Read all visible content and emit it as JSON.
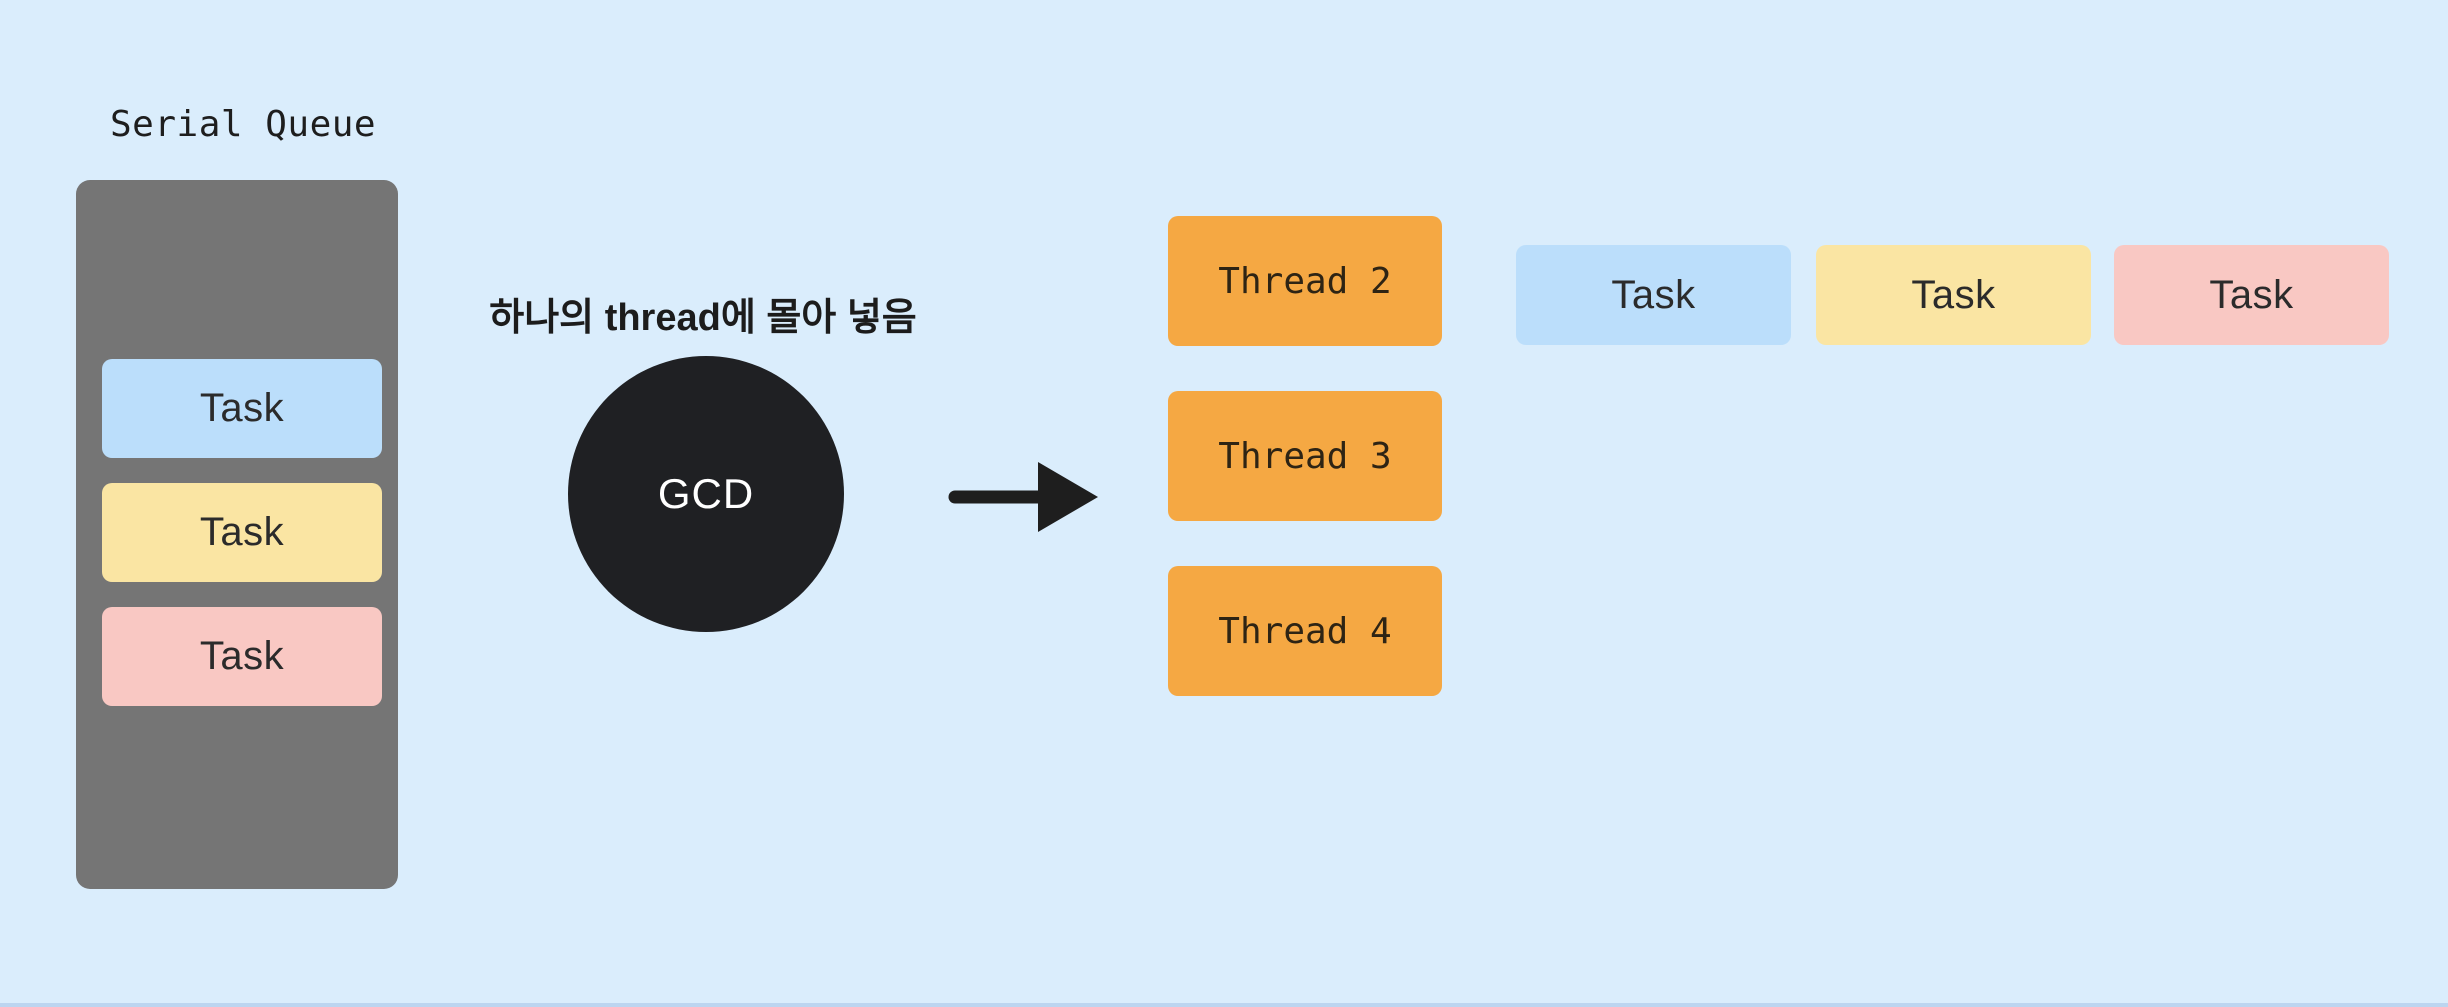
{
  "canvas": {
    "background": "#daedfc",
    "bottom_strip_color": "#bcd5f0"
  },
  "serial_queue": {
    "title": "Serial Queue",
    "container_color": "#757575",
    "tasks": [
      {
        "label": "Task",
        "color": "#bbdefb"
      },
      {
        "label": "Task",
        "color": "#fae5a3"
      },
      {
        "label": "Task",
        "color": "#f9c8c3"
      }
    ]
  },
  "gcd": {
    "annotation": "하나의 thread에 몰아 넣음",
    "label": "GCD",
    "circle_color": "#1f2023",
    "text_color": "#ffffff"
  },
  "arrow": {
    "color": "#1e1e1e"
  },
  "threads": {
    "box_color": "#f5a843",
    "items": [
      {
        "label": "Thread 2"
      },
      {
        "label": "Thread 3"
      },
      {
        "label": "Thread 4"
      }
    ]
  },
  "dispatched_tasks": {
    "items": [
      {
        "label": "Task",
        "color": "#bbdefb"
      },
      {
        "label": "Task",
        "color": "#fae5a3"
      },
      {
        "label": "Task",
        "color": "#f9c8c3"
      }
    ]
  }
}
